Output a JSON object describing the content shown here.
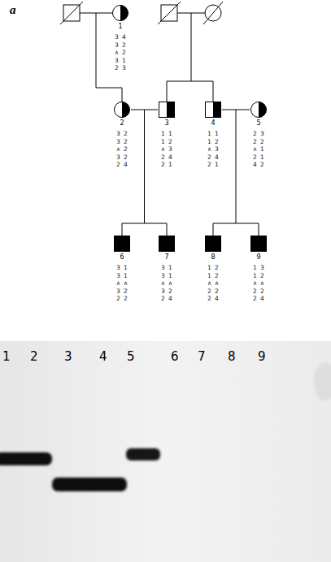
{
  "diagram": {
    "nodes": [
      {
        "text": [
          "1",
          "3 3 ∧ 3 2",
          "4 2 2 1 3"
        ]
      },
      {
        "text": [
          "2",
          "3 3 ∧ 3 2",
          "2 2 2 2 4"
        ]
      },
      {
        "text": [
          "3",
          "1 1 ∧ 2 2",
          "1 2 3 4 1"
        ]
      },
      {
        "text": [
          "4",
          "1 1 ∧ 2 2",
          "1 2 3 4 1"
        ]
      },
      {
        "text": [
          "5",
          "2 2 ∧ 2 4",
          "3 2 1 1 2"
        ]
      },
      {
        "text": [
          "6",
          "3 3 ∧ 3 2",
          "1 1 ∧ 2 2"
        ]
      },
      {
        "text": [
          "7",
          "3 3 ∧ 3 2",
          "1 1 ∧ 2 4"
        ]
      },
      {
        "text": [
          "8",
          "1 1 ∧ 2 2",
          "2 2 ∧ 2 4"
        ]
      },
      {
        "text": [
          "9",
          "1 1 ∧ 2 2",
          "3 2 ∧ 2 4"
        ]
      }
    ],
    "edges": [
      {
        "from": 1,
        "to": 2,
        "arrow": "none"
      },
      {
        "from": 3,
        "to": 4,
        "arrow": "none"
      }
    ],
    "labels": [
      "a",
      "1",
      "2",
      "3",
      "4",
      "5",
      "6",
      "7",
      "8",
      "9"
    ]
  }
}
